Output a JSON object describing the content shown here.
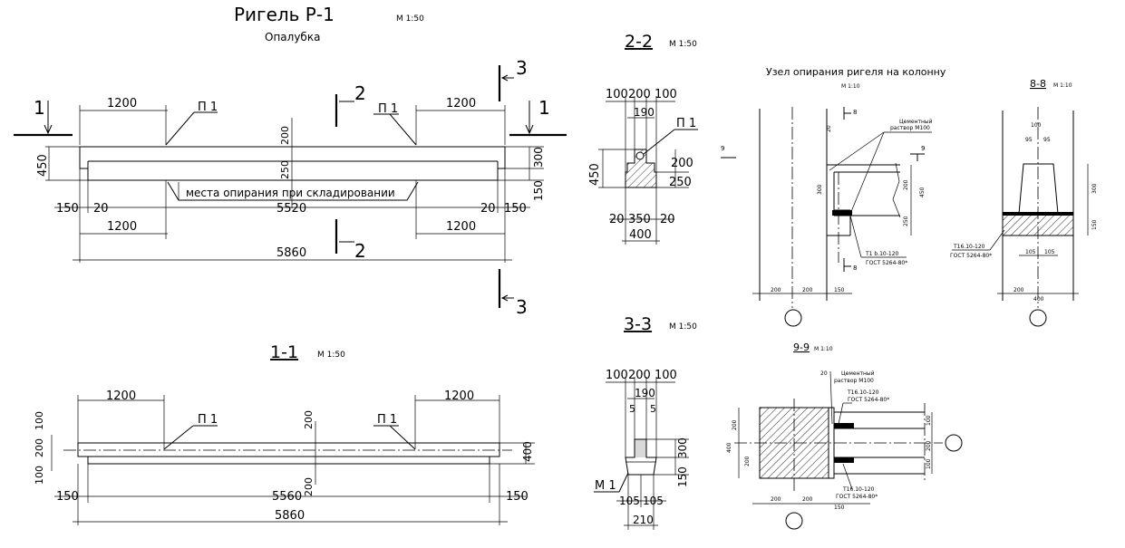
{
  "title": "Ригель Р-1",
  "title_scale": "М 1:50",
  "subtitle": "Опалубка",
  "label_p1": "П 1",
  "label_m1": "М 1",
  "cut_1": "1",
  "cut_2": "2",
  "cut_3": "3",
  "cut_8": "8",
  "cut_9": "9",
  "support_note": "места опирания при складировании",
  "main_view": {
    "dims": [
      "1200",
      "1200",
      "200",
      "450",
      "300",
      "150",
      "150",
      "20",
      "20",
      "150",
      "5520",
      "1200",
      "1200",
      "5860",
      "250"
    ]
  },
  "section_1_1": {
    "title": "1-1",
    "scale": "М 1:50",
    "dims": [
      "1200",
      "1200",
      "100",
      "200",
      "100",
      "200",
      "400",
      "150",
      "5560",
      "150",
      "5860",
      "200"
    ]
  },
  "section_2_2": {
    "title": "2-2",
    "scale": "М 1:50",
    "dims": [
      "100",
      "200",
      "100",
      "190",
      "450",
      "200",
      "250",
      "20",
      "350",
      "20",
      "400"
    ]
  },
  "section_3_3": {
    "title": "3-3",
    "scale": "М 1:50",
    "dims": [
      "100",
      "200",
      "100",
      "190",
      "5",
      "5",
      "300",
      "150",
      "105",
      "105",
      "210"
    ]
  },
  "node": {
    "title": "Узел опирания ригеля на колонну",
    "scale": "М 1:10",
    "mortar": [
      "Цементный",
      "раствор М100"
    ],
    "plate": "Т1 b.10-120",
    "gost": "ГОСТ 5264-80*",
    "dims": [
      "20",
      "300",
      "200",
      "450",
      "250",
      "200",
      "200",
      "150"
    ]
  },
  "section_8_8": {
    "title": "8-8",
    "scale": "М 1:10",
    "plate": "Т16.10-120",
    "gost": "ГОСТ 5264-80*",
    "dims": [
      "100",
      "95",
      "95",
      "300",
      "150",
      "105",
      "105",
      "200",
      "400"
    ]
  },
  "section_9_9": {
    "title": "9-9",
    "scale": "М 1:10",
    "mortar": [
      "Цементный",
      "раствор М100"
    ],
    "plate": "Т16.10-120",
    "gost": "ГОСТ 5264-80*",
    "dims": [
      "20",
      "200",
      "400",
      "200",
      "200",
      "200",
      "150",
      "100",
      "200",
      "100"
    ]
  }
}
